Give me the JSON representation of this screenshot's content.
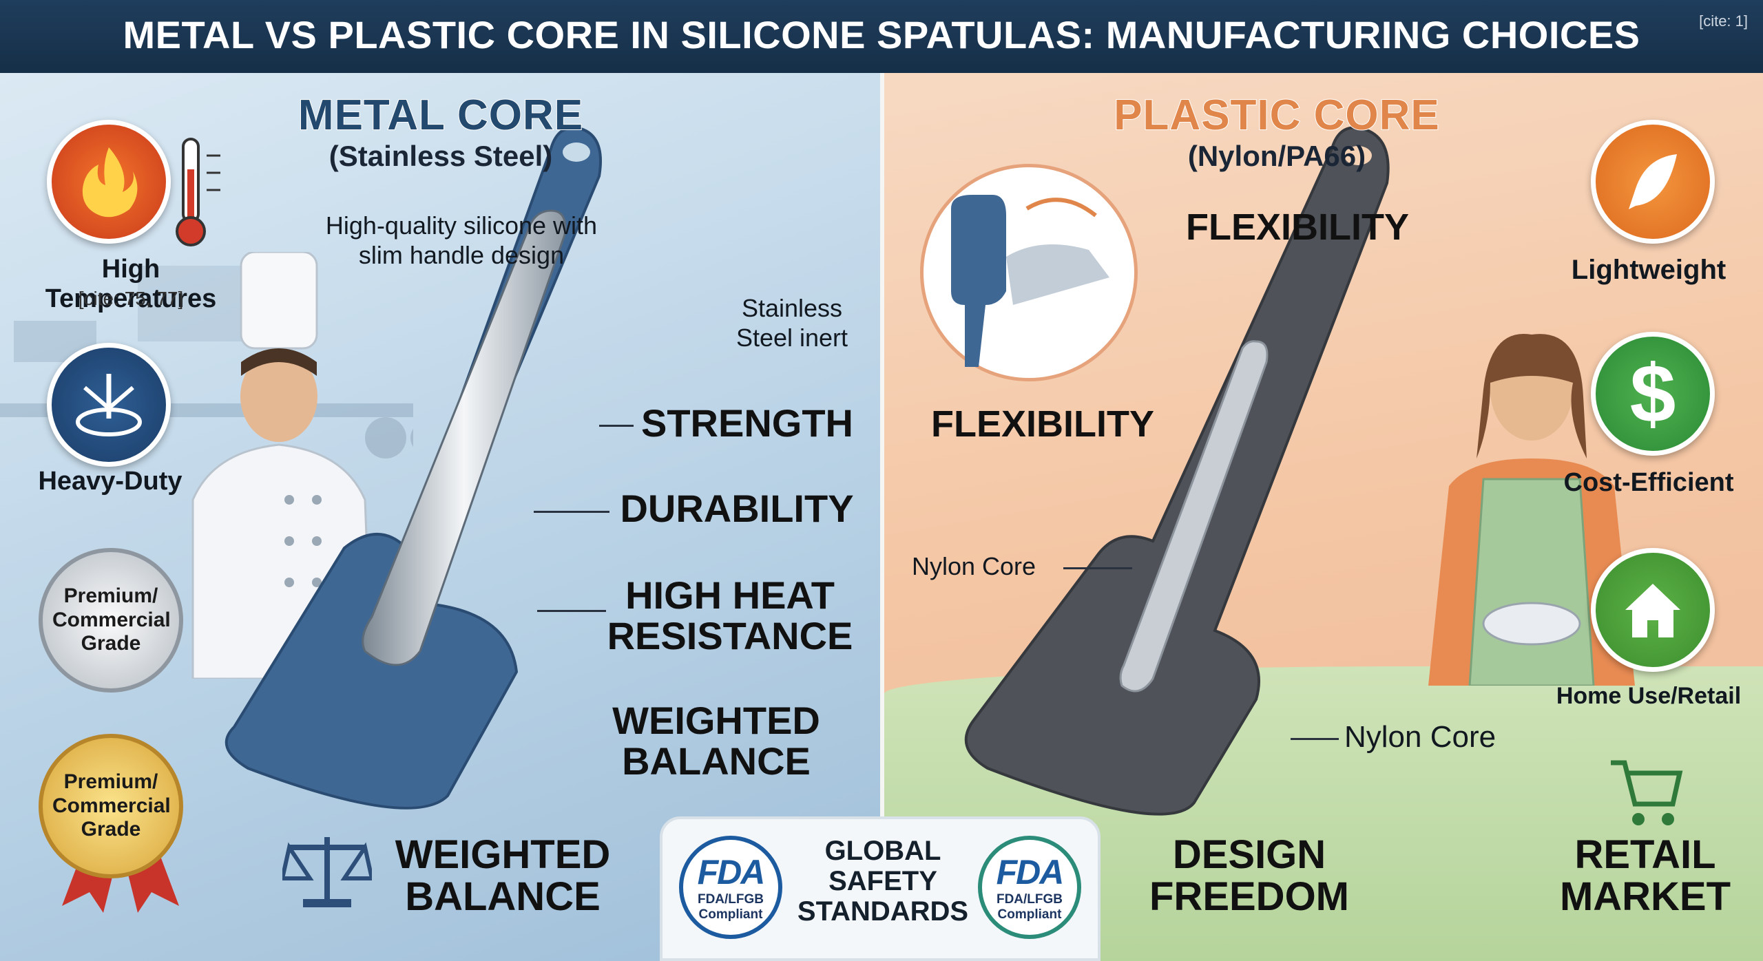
{
  "header": {
    "title": "METAL VS PLASTIC CORE IN SILICONE SPATULAS: MANUFACTURING CHOICES",
    "cite": "[cite: 1]"
  },
  "metal": {
    "title": "METAL CORE",
    "subtitle": "(Stainless Steel)",
    "callout_silicone": "High-quality silicone with slim handle design",
    "callout_steel": "Stainless Steel inert",
    "features": [
      "STRENGTH",
      "DURABILITY",
      "HIGH HEAT RESISTANCE",
      "WEIGHTED BALANCE"
    ],
    "icons": {
      "high_temp": "High Temperatures",
      "high_temp_cite": "[cite: 75, 77]",
      "heavy_duty": "Heavy-Duty",
      "badge1": "Premium/ Commercial Grade",
      "badge2": "Premium/ Commercial Grade"
    },
    "bottom": "WEIGHTED BALANCE"
  },
  "plastic": {
    "title": "PLASTIC CORE",
    "subtitle": "(Nylon/PA66)",
    "flex1": "FLEXIBILITY",
    "flex2": "FLEXIBILITY",
    "nylon1": "Nylon Core",
    "nylon2": "Nylon Core",
    "icons": {
      "lightweight": "Lightweight",
      "cost": "Cost-Efficient",
      "home": "Home Use/Retail"
    },
    "bottom_design": "DESIGN FREEDOM",
    "bottom_retail": "RETAIL MARKET"
  },
  "standards": {
    "title": "GLOBAL SAFETY STANDARDS",
    "fda_logo": "FDA",
    "fda_text": "FDA/LFGB Compliant"
  },
  "colors": {
    "header": "#1f3c5a",
    "metal_bg": "#c3d9ea",
    "plastic_bg": "#f4c6a4",
    "green_bg": "#b5d49b",
    "metal_title": "#234a6e",
    "plastic_title": "#e0864a"
  }
}
